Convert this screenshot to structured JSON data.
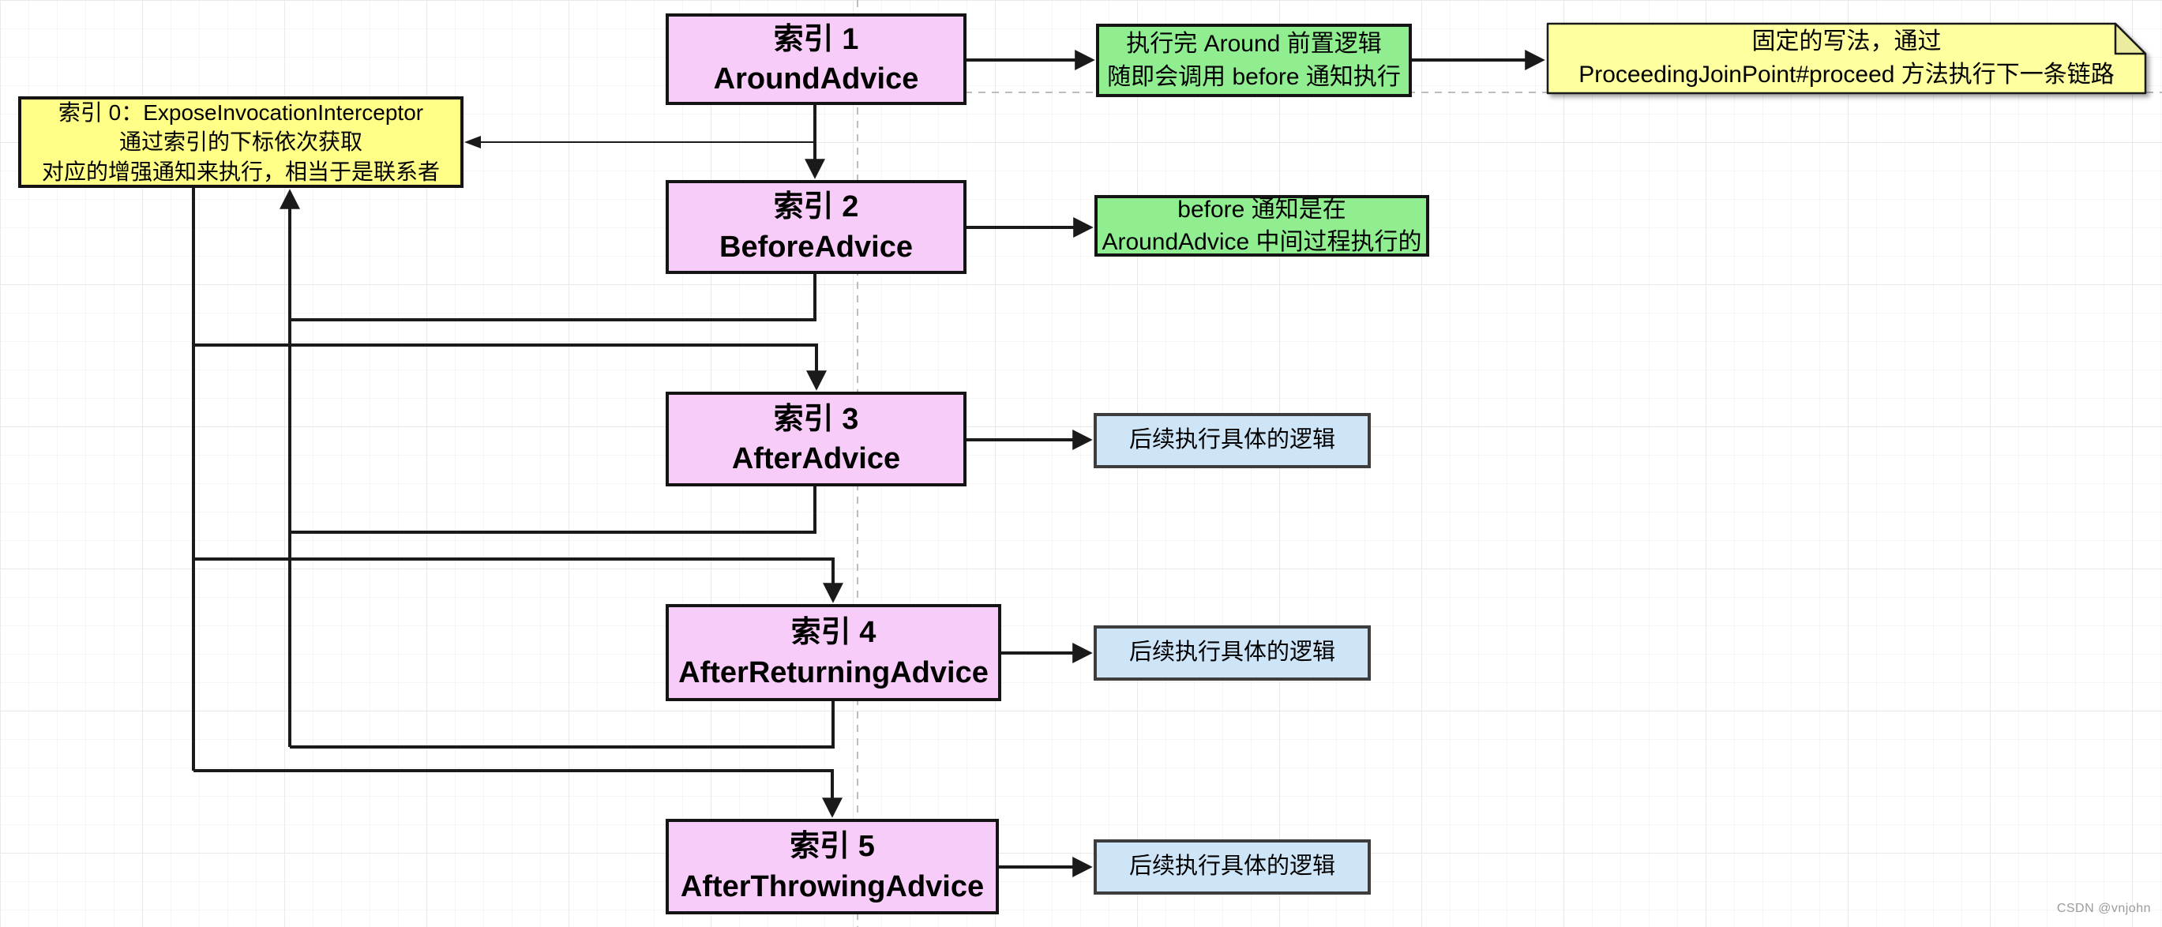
{
  "watermark": "CSDN @vnjohn",
  "palette": {
    "advice_fill": "#f8ccf8",
    "green_fill": "#90ee90",
    "blue_fill": "#cee5f8",
    "interceptor_fill": "#ffff88",
    "note_fill": "#feff9e",
    "line_color": "#1a1a1a"
  },
  "nodes": {
    "interceptor": {
      "line1": "索引 0：ExposeInvocationInterceptor",
      "line2": "通过索引的下标依次获取",
      "line3": "对应的增强通知来执行，相当于是联系者"
    },
    "advice1": {
      "index": "索引 1",
      "name": "AroundAdvice"
    },
    "advice2": {
      "index": "索引 2",
      "name": "BeforeAdvice"
    },
    "advice3": {
      "index": "索引 3",
      "name": "AfterAdvice"
    },
    "advice4": {
      "index": "索引 4",
      "name": "AfterReturningAdvice"
    },
    "advice5": {
      "index": "索引 5",
      "name": "AfterThrowingAdvice"
    },
    "around_note": {
      "line1": "执行完 Around 前置逻辑",
      "line2": "随即会调用 before 通知执行"
    },
    "proceed_note": {
      "line1": "固定的写法，通过",
      "line2": "ProceedingJoinPoint#proceed 方法执行下一条链路"
    },
    "before_note": {
      "line1": "before 通知是在",
      "line2": "AroundAdvice 中间过程执行的"
    },
    "logic_note3": {
      "text": "后续执行具体的逻辑"
    },
    "logic_note4": {
      "text": "后续执行具体的逻辑"
    },
    "logic_note5": {
      "text": "后续执行具体的逻辑"
    }
  }
}
